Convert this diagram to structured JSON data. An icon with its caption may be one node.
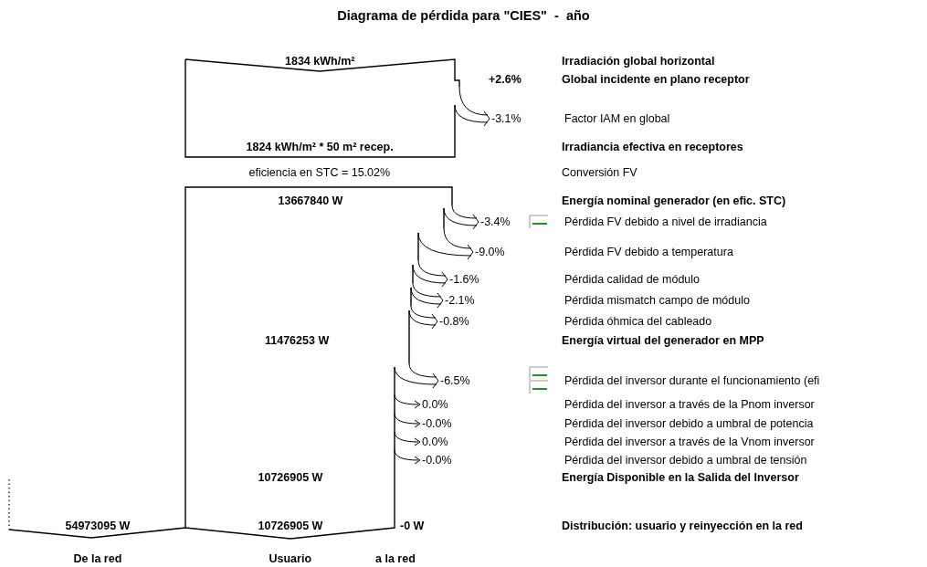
{
  "diagram": {
    "title": "Diagrama de pérdida para \"CIES\"  -  año",
    "labels": [
      "1834 kWh/m²",
      "Irradiación global horizontal",
      "+2.6%",
      "Global incidente en plano receptor",
      "-3.1%",
      "Factor IAM en global",
      "1824 kWh/m² * 50 m² recep.",
      "Irradiancia efectiva en receptores",
      "eficiencia en STC = 15.02%",
      "Conversión FV",
      "13667840 W",
      "Energía nominal generador (en efic. STC)",
      "-3.4%",
      "Pérdida FV debido a nivel de irradiancia",
      "-9.0%",
      "Pérdida FV debido a temperatura",
      "-1.6%",
      "Pérdida calidad de módulo",
      "-2.1%",
      "Pérdida mismatch campo de módulo",
      "-0.8%",
      "Pérdida óhmica del cableado",
      "11476253 W",
      "Energía virtual del generador en MPP",
      "-6.5%",
      "Pérdida del inversor durante el funcionamiento (efi",
      "0.0%",
      "Pérdida del inversor a través de la Pnom inversor",
      "-0.0%",
      "Pérdida del inversor debido a umbral de potencia",
      "0.0%",
      "Pérdida del inversor a través de la Vnom inversor",
      "-0.0%",
      "Pérdida del inversor debido a umbral de tensión",
      "10726905 W",
      "Energía Disponible en la Salida del Inversor",
      "54973095 W",
      "10726905 W",
      "-0 W",
      "Distribución: usuario y reinyección en la red",
      "De la red",
      "Usuario",
      "a la red"
    ]
  }
}
